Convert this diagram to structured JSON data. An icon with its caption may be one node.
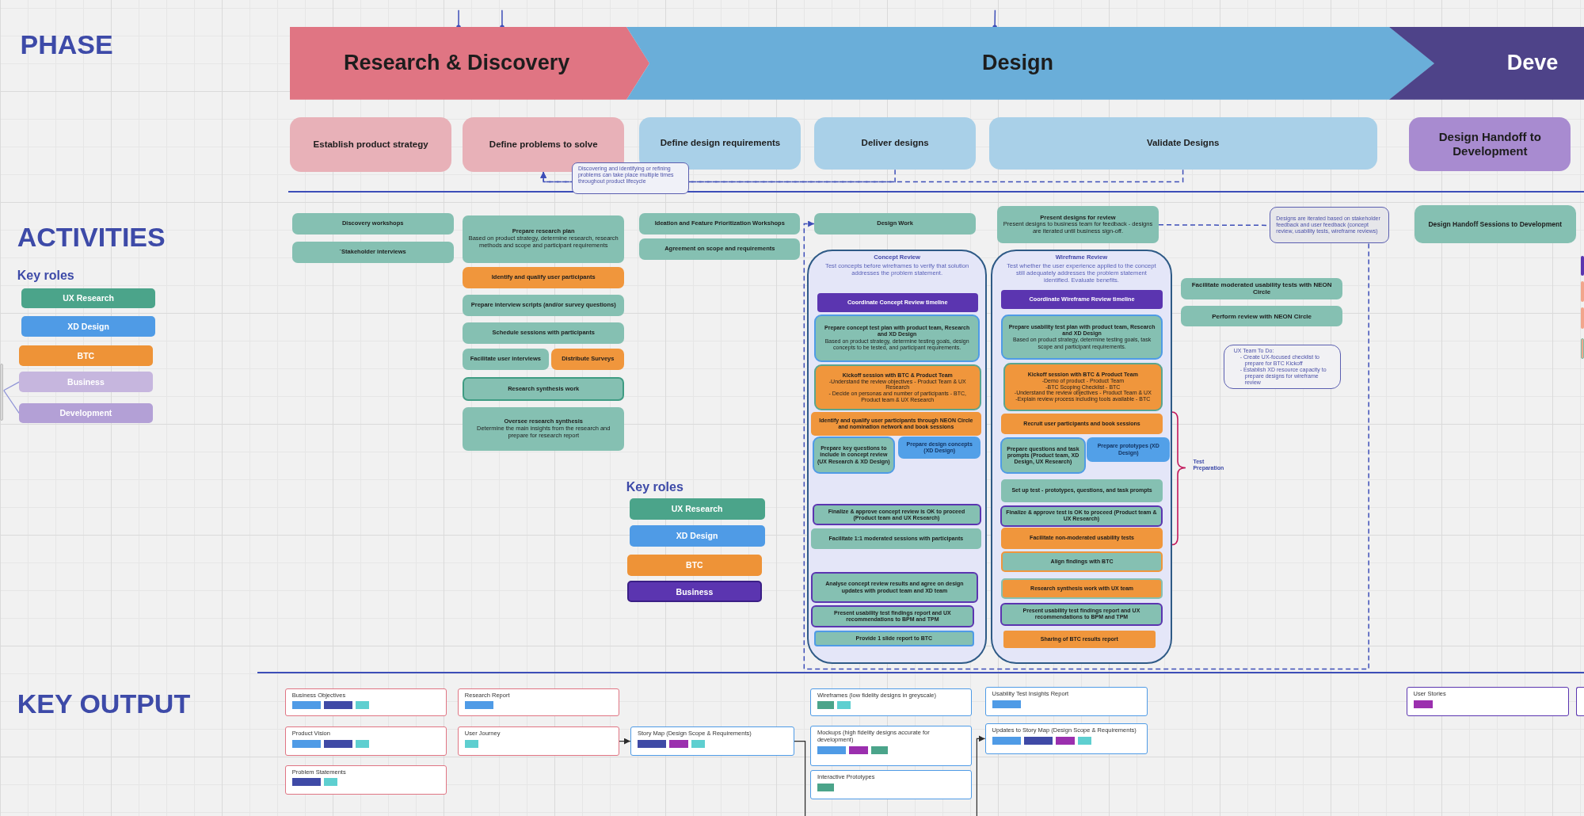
{
  "diagram": {
    "nodes": [
      {
        "text": [
          "Research & Discovery"
        ]
      },
      {
        "text": [
          "Design"
        ]
      },
      {
        "text": [
          "Deve"
        ]
      },
      {
        "text": [
          "Establish product strategy"
        ]
      },
      {
        "text": [
          "Define problems to solve"
        ]
      },
      {
        "text": [
          "Define design requirements"
        ]
      },
      {
        "text": [
          "Deliver designs"
        ]
      },
      {
        "text": [
          "Validate Designs"
        ]
      },
      {
        "text": [
          "Design Handoff to Development"
        ]
      },
      {
        "text": [
          "UX Research"
        ]
      },
      {
        "text": [
          "XD Design"
        ]
      },
      {
        "text": [
          "BTC"
        ]
      },
      {
        "text": [
          "Business"
        ]
      },
      {
        "text": [
          "Development"
        ]
      },
      {
        "text": [],
        "shape": "box"
      },
      {
        "text": [
          "Discovery workshops"
        ]
      },
      {
        "text": [
          "`Stakeholder interviews"
        ]
      },
      {
        "text": [
          "Prepare research plan",
          "Based on product strategy, determine research, research methods and scope and participant requirements"
        ]
      },
      {
        "text": [
          "Identify and qualify user participants"
        ]
      },
      {
        "text": [
          "Prepare interview scripts (and/or survey questions)"
        ]
      },
      {
        "text": [
          "Schedule sessions with participants"
        ]
      },
      {
        "text": [
          "Facilitate user interviews"
        ]
      },
      {
        "text": [
          "Distribute Surveys"
        ]
      },
      {
        "text": [
          "Research synthesis work"
        ]
      },
      {
        "text": [
          "Oversee research synthesis",
          "Determine the main insights from the research and prepare for research report"
        ]
      },
      {
        "text": [
          "Ideation and Feature Prioritization Workshops"
        ]
      },
      {
        "text": [
          "Agreement on scope and requirements"
        ]
      },
      {
        "text": [
          "UX Research"
        ]
      },
      {
        "text": [
          "XD Design"
        ]
      },
      {
        "text": [
          "BTC"
        ]
      },
      {
        "text": [
          "Business"
        ]
      },
      {
        "text": [
          "Design Work"
        ]
      },
      {
        "text": [
          "Concept Review",
          "Test concepts before wireframes to verify that solution addresses the problem statement."
        ]
      },
      {
        "text": [
          "Coordinate Concept Review timeline"
        ],
        "in": 32
      },
      {
        "text": [
          "Prepare concept test plan with product team, Research and XD Design",
          "Based on product strategy, determine testing goals, design concepts to be tested, and participant requirements."
        ],
        "in": 32
      },
      {
        "text": [
          "Kickoff session with BTC & Product Team",
          "-Understand the review objectives - Product Team & UX Research",
          "- Decide on personas and number of participants - BTC, Product team & UX Research"
        ],
        "in": 32
      },
      {
        "text": [
          "Identify and qualify user participants through NEON Circle and nomination network and book sessions"
        ],
        "in": 32
      },
      {
        "text": [
          "Prepare key questions to include in concept review (UX Research & XD Design)"
        ],
        "in": 32
      },
      {
        "text": [
          "Prepare design concepts (XD Design)"
        ],
        "in": 32
      },
      {
        "text": [
          "Finalize & approve concept review is OK to proceed (Product team and UX Research)"
        ],
        "in": 32
      },
      {
        "text": [
          "Facilitate 1:1 moderated sessions with participants"
        ],
        "in": 32
      },
      {
        "text": [
          "Analyse concept review results and agree on design updates with product team and XD team"
        ],
        "in": 32
      },
      {
        "text": [
          "Present usability test findings report and UX recommendations to BPM and TPM"
        ],
        "in": 32
      },
      {
        "text": [
          "Provide 1 slide report to BTC"
        ],
        "in": 32
      },
      {
        "text": [
          "Present designs for review",
          "Present designs to business team for feedback - designs are iterated until business sign-off."
        ]
      },
      {
        "text": [
          "Wireframe Review",
          "Test whether the user experience applied to the concept still adequately addresses the problem statement identified. Evaluate benefits."
        ]
      },
      {
        "text": [
          "Coordinate Wireframe Review timeline"
        ],
        "in": 45
      },
      {
        "text": [
          "Prepare usability test plan with product team, Research and XD Design",
          "Based on product strategy, determine testing goals, task scope and participant requirements."
        ],
        "in": 45
      },
      {
        "text": [
          "Kickoff session with BTC & Product Team",
          "-Demo of product - Product Team",
          "-BTC Scoping Checklist - BTC",
          "-Understand the review objectives - Product Team & UX",
          "-Explain review process including tools available - BTC"
        ],
        "in": 45
      },
      {
        "text": [
          "Recruit user participants and book sessions"
        ],
        "in": 45
      },
      {
        "text": [
          "Prepare questions and task prompts (Product team, XD Design, UX Research)"
        ],
        "in": 45
      },
      {
        "text": [
          "Prepare prototypes (XD Design)"
        ],
        "in": 45
      },
      {
        "text": [
          "Set up test - prototypes, questions, and task prompts"
        ],
        "in": 45
      },
      {
        "text": [
          "Finalize & approve test is OK to proceed (Product team & UX Research)"
        ],
        "in": 45
      },
      {
        "text": [
          "Facilitate non-moderated usability tests"
        ],
        "in": 45
      },
      {
        "text": [
          "Align findings with BTC"
        ],
        "in": 45
      },
      {
        "text": [
          "Research synthesis work with UX team"
        ],
        "in": 45
      },
      {
        "text": [
          "Present usability test findings report and UX recommendations to BPM and TPM"
        ],
        "in": 45
      },
      {
        "text": [
          "Sharing of BTC results report"
        ],
        "in": 45
      },
      {
        "text": [
          "Designs are iterated based on stakeholder feedback and user feedback (concept review, usability tests, wireframe reviews)"
        ]
      },
      {
        "text": [
          "Facilitate moderated usability tests with NEON Circle"
        ]
      },
      {
        "text": [
          "Perform review with NEON Circle"
        ]
      },
      {
        "text": [
          "UX Team To Do:",
          "- Create UX-focused checklist to prepare for BTC Kickoff",
          "- Establish XD resource capacity to prepare designs for wireframe review"
        ]
      },
      {
        "text": [
          "Design Handoff Sessions to Development"
        ]
      },
      {
        "text": [],
        "shape": "box"
      },
      {
        "text": [],
        "shape": "box"
      },
      {
        "text": [],
        "shape": "box"
      },
      {
        "text": [],
        "shape": "box"
      },
      {
        "text": [
          "Business Objectives"
        ]
      },
      {
        "text": [
          "Product Vision"
        ]
      },
      {
        "text": [
          "Problem Statements"
        ]
      },
      {
        "text": [
          "Research Report"
        ]
      },
      {
        "text": [
          "User Journey"
        ]
      },
      {
        "text": [
          "Story Map (Design Scope & Requirements)"
        ]
      },
      {
        "text": [
          "Wireframes (low fidelity designs in greyscale)"
        ]
      },
      {
        "text": [
          "Mockups (high fidelity designs accurate for development)"
        ]
      },
      {
        "text": [
          "Interactive Prototypes"
        ]
      },
      {
        "text": [
          "Usability Test Insights Report"
        ]
      },
      {
        "text": [
          "Updates to Story Map (Design Scope & Requirements)"
        ]
      },
      {
        "text": [
          "User Stories"
        ]
      },
      {
        "text": [],
        "shape": "box"
      }
    ],
    "edges": [
      {
        "from": 14,
        "to": 12,
        "arrow": "none",
        "color": "#8e93d6"
      },
      {
        "from": 14,
        "to": 13,
        "arrow": "none",
        "color": "#8e93d6"
      },
      {
        "from": 7,
        "to": 4,
        "arrow": "to",
        "style": "dashed",
        "label": "Discovering and identifying or refining problems can take place multiple times throughout product lifecycle"
      },
      {
        "from": 6,
        "to": 4,
        "arrow": "to",
        "style": "dashed"
      },
      {
        "from": 44,
        "to": 59,
        "arrow": "none",
        "style": "dashed"
      },
      {
        "from": 59,
        "to": 31,
        "arrow": "to",
        "style": "dashed"
      },
      {
        "from": 72,
        "to": 73,
        "arrow": "to",
        "color": "#2b2b2b"
      },
      {
        "from": 73,
        "to": null,
        "arrow": "none",
        "color": "#2b2b2b"
      },
      {
        "from": null,
        "to": 78,
        "arrow": "to",
        "color": "#2b2b2b"
      },
      {
        "from": null,
        "to": 0,
        "arrow": "other"
      },
      {
        "from": null,
        "to": 0,
        "arrow": "other"
      },
      {
        "from": null,
        "to": 1,
        "arrow": "other"
      }
    ],
    "labels": [
      "PHASE",
      "ACTIVITIES",
      "Key roles",
      "Test Preparation",
      "Key roles",
      "KEY OUTPUT"
    ]
  }
}
